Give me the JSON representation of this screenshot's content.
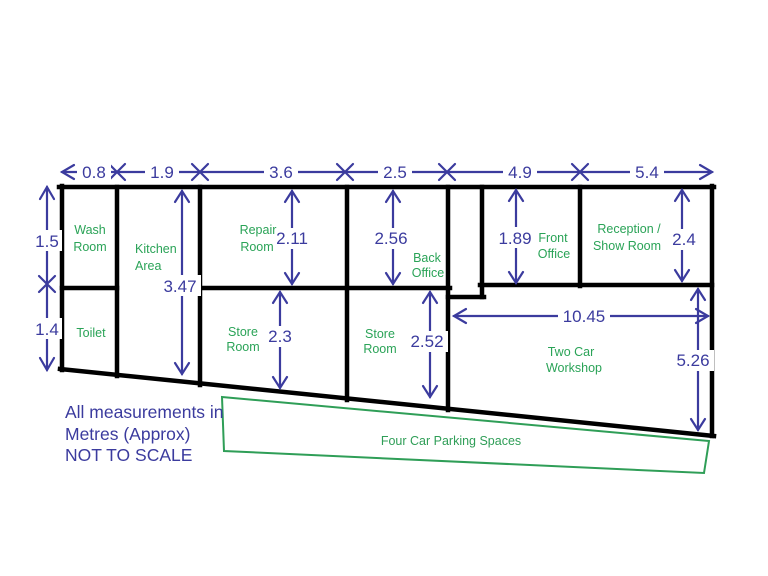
{
  "title": "Floor plan sketch",
  "colors": {
    "dimension_blue": "#3b3b9e",
    "room_label_green": "#2aa357",
    "parking_green": "#2f9e57",
    "wall_black": "#000000",
    "background": "#ffffff"
  },
  "notes": {
    "line1": "All measurements in",
    "line2": "Metres (Approx)",
    "line3": "NOT TO SCALE"
  },
  "top_dimensions": {
    "d1": "0.8",
    "d2": "1.9",
    "d3": "3.6",
    "d4": "2.5",
    "d5": "4.9",
    "d6": "5.4"
  },
  "side_dimensions": {
    "upper": "1.5",
    "lower": "1.4"
  },
  "rooms": {
    "wash_room": {
      "line1": "Wash",
      "line2": "Room"
    },
    "kitchen": {
      "line1": "Kitchen",
      "line2": "Area",
      "height": "3.47"
    },
    "repair_room": {
      "line1": "Repair",
      "line2": "Room",
      "height": "2.11"
    },
    "back_office": {
      "line1": "Back",
      "line2": "Office",
      "height": "2.56"
    },
    "front_office": {
      "line1": "Front",
      "line2": "Office",
      "height": "1.89"
    },
    "reception": {
      "line1": "Reception /",
      "line2": "Show Room",
      "height": "2.4"
    },
    "toilet": {
      "line1": "Toilet"
    },
    "store_room_1": {
      "line1": "Store",
      "line2": "Room",
      "height": "2.3"
    },
    "store_room_2": {
      "line1": "Store",
      "line2": "Room",
      "height": "2.52"
    },
    "workshop": {
      "line1": "Two Car",
      "line2": "Workshop",
      "width": "10.45",
      "height": "5.26"
    },
    "parking": {
      "label": "Four Car Parking Spaces"
    }
  }
}
